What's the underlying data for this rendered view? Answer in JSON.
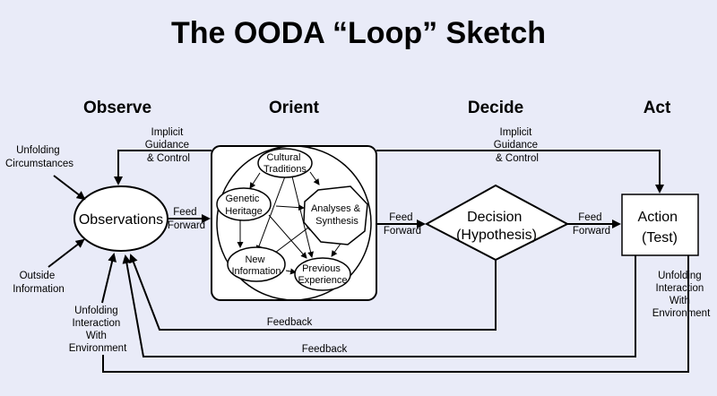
{
  "title": "The OODA “Loop” Sketch",
  "headers": {
    "observe": "Observe",
    "orient": "Orient",
    "decide": "Decide",
    "act": "Act"
  },
  "observe": {
    "node": "Observations",
    "unfolding_circumstances": [
      "Unfolding",
      "Circumstances"
    ],
    "outside_information": [
      "Outside",
      "Information"
    ],
    "unfolding_interaction": [
      "Unfolding",
      "Interaction",
      "With",
      "Environment"
    ]
  },
  "orient": {
    "cultural_traditions": [
      "Cultural",
      "Traditions"
    ],
    "genetic_heritage": [
      "Genetic",
      "Heritage"
    ],
    "analyses_synthesis": [
      "Analyses &",
      "Synthesis"
    ],
    "new_information": [
      "New",
      "Information"
    ],
    "previous_experience": [
      "Previous",
      "Experience"
    ]
  },
  "decide": {
    "node": [
      "Decision",
      "(Hypothesis)"
    ]
  },
  "act": {
    "node": [
      "Action",
      "(Test)"
    ],
    "unfolding_interaction": [
      "Unfolding",
      "Interaction",
      "With",
      "Environment"
    ]
  },
  "implicit_guidance_left": [
    "Implicit",
    "Guidance",
    "& Control"
  ],
  "implicit_guidance_right": [
    "Implicit",
    "Guidance",
    "& Control"
  ],
  "feed_forward_1": [
    "Feed",
    "Forward"
  ],
  "feed_forward_2": [
    "Feed",
    "Forward"
  ],
  "feed_forward_3": [
    "Feed",
    "Forward"
  ],
  "feedback_1": "Feedback",
  "feedback_2": "Feedback"
}
